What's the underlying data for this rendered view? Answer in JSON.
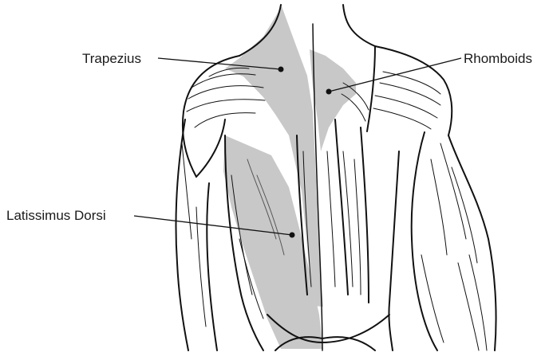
{
  "labels": {
    "trapezius": "Trapezius",
    "rhomboids": "Rhomboids",
    "latissimus": "Latissimus Dorsi"
  },
  "colors": {
    "ink": "#111111",
    "highlight": "#c8c8c8",
    "background": "#ffffff"
  }
}
